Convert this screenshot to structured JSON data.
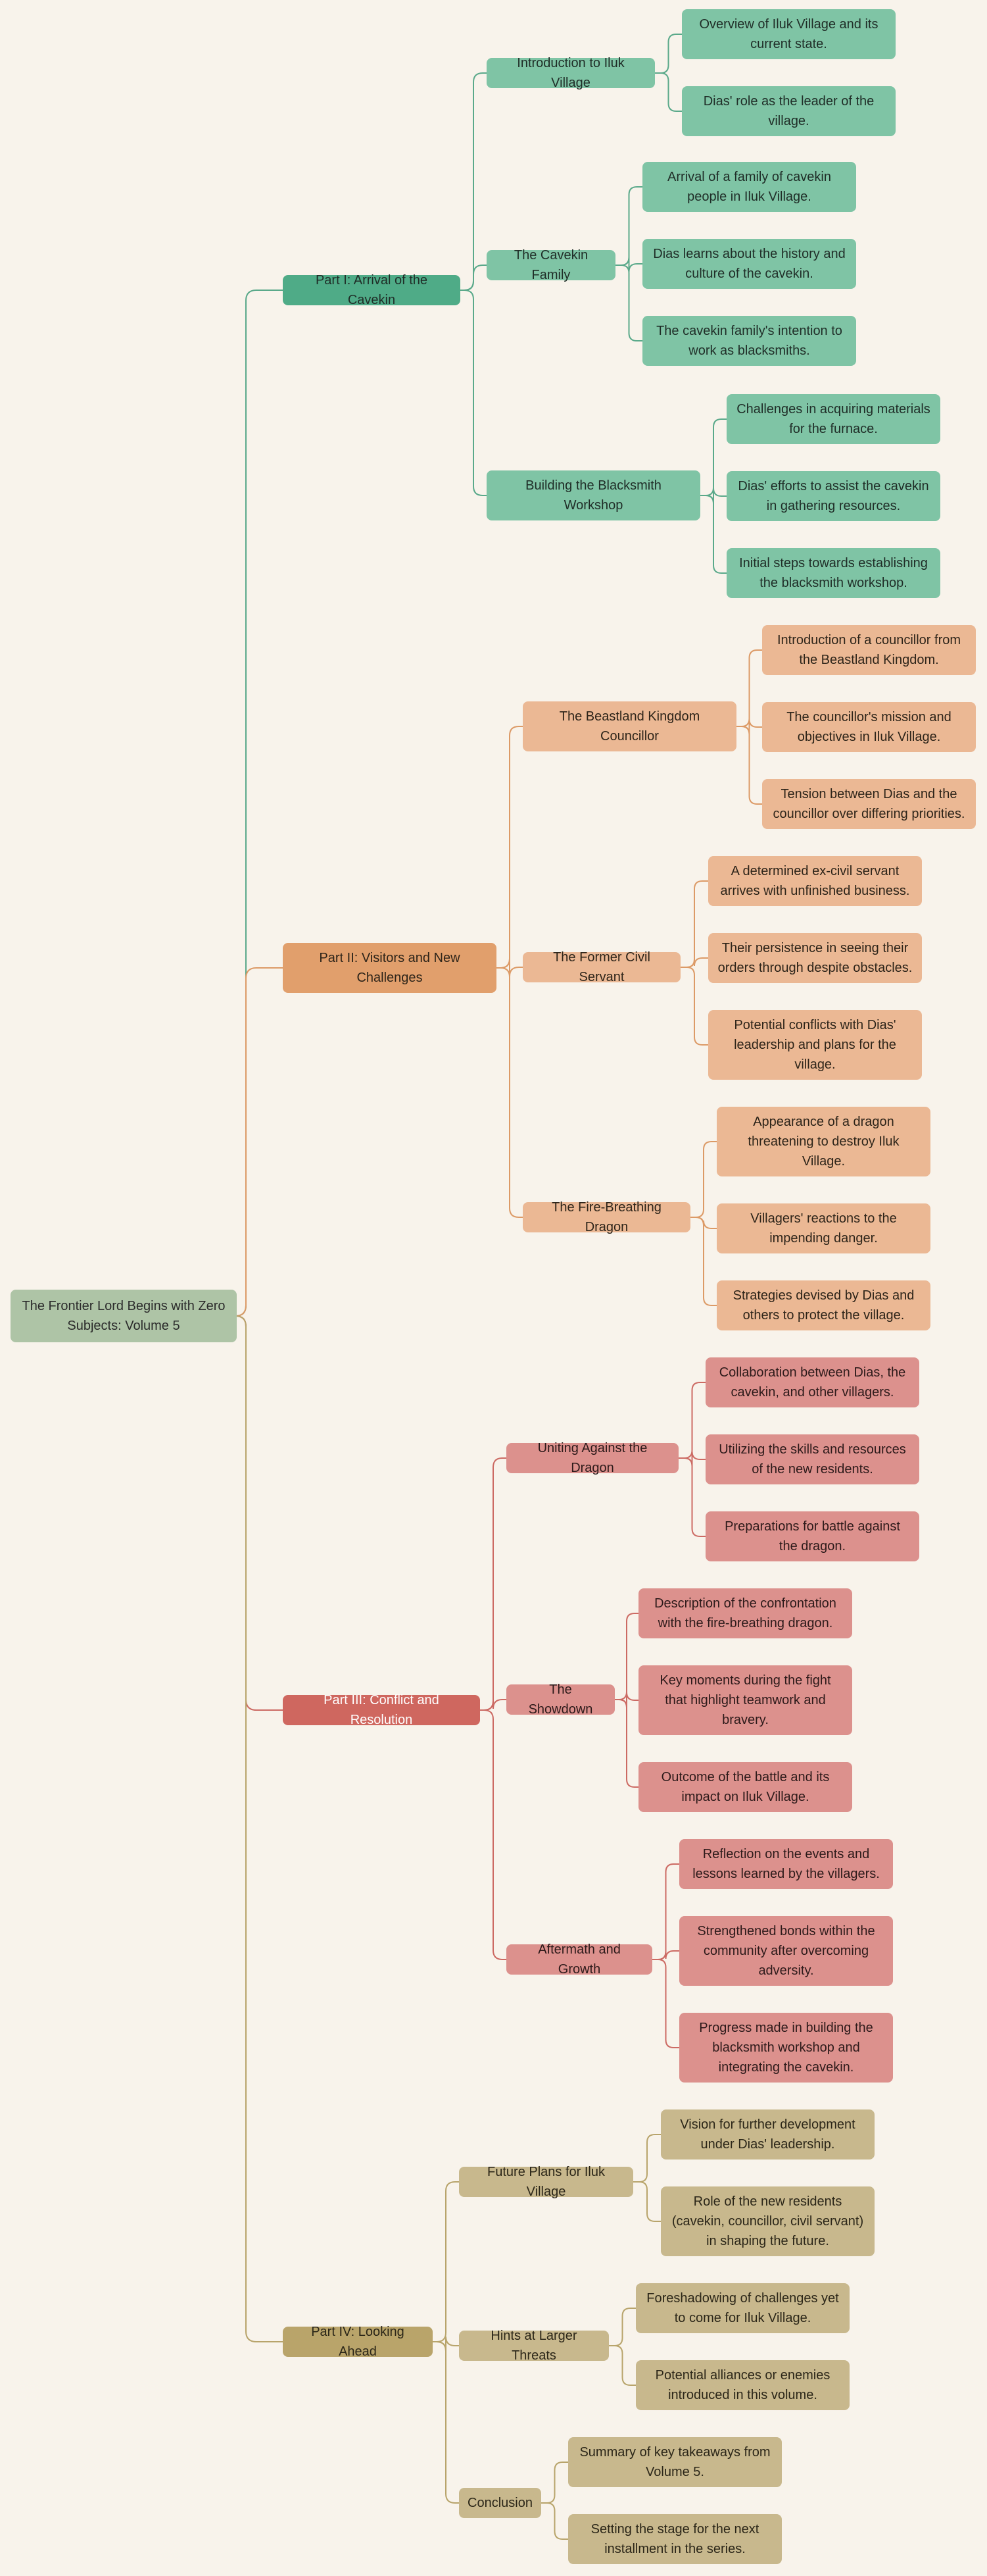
{
  "root": {
    "label": "The Frontier Lord Begins with Zero Subjects: Volume 5"
  },
  "colors": {
    "background": "#f8f3eb",
    "root": "#aec4a6",
    "root_line": "#8b7a3e"
  },
  "parts": [
    {
      "label": "Part I: Arrival of the Cavekin",
      "color": "#4fab87",
      "child_color": "#7fc4a5",
      "line": "#5aa98a",
      "text": "#1f2d27",
      "sections": [
        {
          "label": "Introduction to Iluk Village",
          "items": [
            "Overview of Iluk Village and its current state.",
            "Dias' role as the leader of the village."
          ]
        },
        {
          "label": "The Cavekin Family",
          "items": [
            "Arrival of a family of cavekin people in Iluk Village.",
            "Dias learns about the history and culture of the cavekin.",
            "The cavekin family's intention to work as blacksmiths."
          ]
        },
        {
          "label": "Building the Blacksmith Workshop",
          "items": [
            "Challenges in acquiring materials for the furnace.",
            "Dias' efforts to assist the cavekin in gathering resources.",
            "Initial steps towards establishing the blacksmith workshop."
          ]
        }
      ]
    },
    {
      "label": "Part II: Visitors and New Challenges",
      "color": "#e19f6c",
      "child_color": "#ebb894",
      "line": "#dc9a66",
      "text": "#2d2419",
      "sections": [
        {
          "label": "The Beastland Kingdom Councillor",
          "items": [
            "Introduction of a councillor from the Beastland Kingdom.",
            "The councillor's mission and objectives in Iluk Village.",
            "Tension between Dias and the councillor over differing priorities."
          ]
        },
        {
          "label": "The Former Civil Servant",
          "items": [
            "A determined ex-civil servant arrives with unfinished business.",
            "Their persistence in seeing their orders through despite obstacles.",
            "Potential conflicts with Dias' leadership and plans for the village."
          ]
        },
        {
          "label": "The Fire-Breathing Dragon",
          "items": [
            "Appearance of a dragon threatening to destroy Iluk Village.",
            "Villagers' reactions to the impending danger.",
            "Strategies devised by Dias and others to protect the village."
          ]
        }
      ]
    },
    {
      "label": "Part III: Conflict and Resolution",
      "color": "#cf675f",
      "child_color": "#dc918d",
      "line": "#cc6a63",
      "text": "#2d1a1a",
      "parent_text": "#ffffff",
      "sections": [
        {
          "label": "Uniting Against the Dragon",
          "items": [
            "Collaboration between Dias, the cavekin, and other villagers.",
            "Utilizing the skills and resources of the new residents.",
            "Preparations for battle against the dragon."
          ]
        },
        {
          "label": "The Showdown",
          "items": [
            "Description of the confrontation with the fire-breathing dragon.",
            "Key moments during the fight that highlight teamwork and bravery.",
            "Outcome of the battle and its impact on Iluk Village."
          ]
        },
        {
          "label": "Aftermath and Growth",
          "items": [
            "Reflection on the events and lessons learned by the villagers.",
            "Strengthened bonds within the community after overcoming adversity.",
            "Progress made in building the blacksmith workshop and integrating the cavekin."
          ]
        }
      ]
    },
    {
      "label": "Part IV: Looking Ahead",
      "color": "#b9a46a",
      "child_color": "#c8b88d",
      "line": "#b8a46b",
      "text": "#2b2618",
      "sections": [
        {
          "label": "Future Plans for Iluk Village",
          "items": [
            "Vision for further development under Dias' leadership.",
            "Role of the new residents (cavekin, councillor, civil servant) in shaping the future."
          ]
        },
        {
          "label": "Hints at Larger Threats",
          "items": [
            "Foreshadowing of challenges yet to come for Iluk Village.",
            "Potential alliances or enemies introduced in this volume."
          ]
        },
        {
          "label": "Conclusion",
          "items": [
            "Summary of key takeaways from Volume 5.",
            "Setting the stage for the next installment in the series."
          ]
        }
      ]
    }
  ]
}
